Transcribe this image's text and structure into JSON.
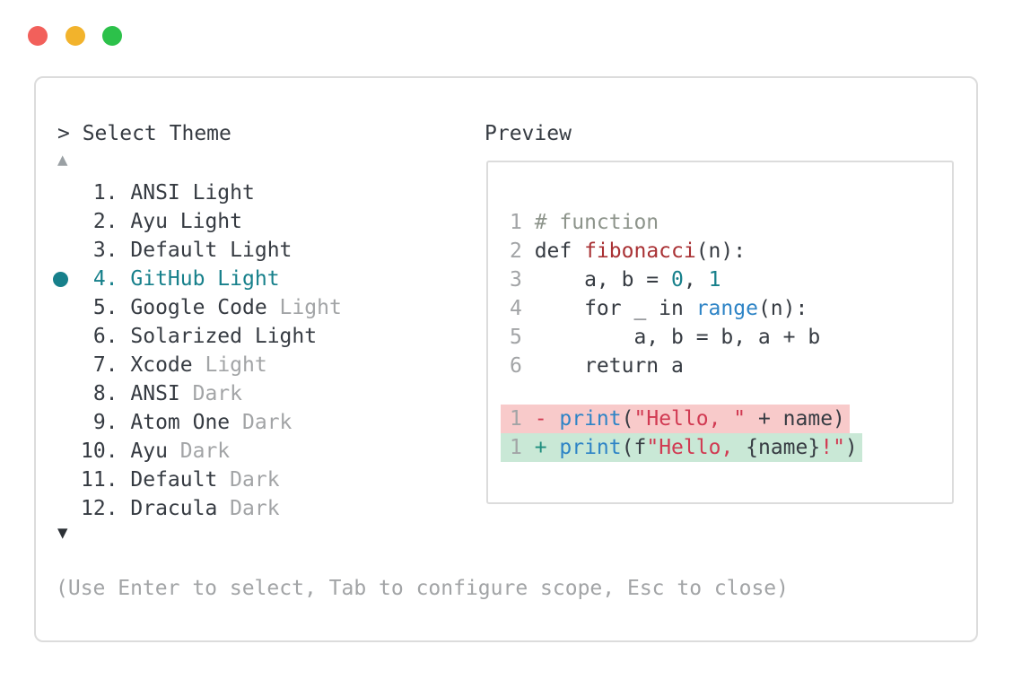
{
  "window": {
    "traffic_lights": {
      "close_color": "#f2605b",
      "minimize_color": "#f2b32c",
      "maximize_color": "#2cc14a"
    }
  },
  "panel": {
    "title": "> Select Theme",
    "scroll_up_icon": "▲",
    "scroll_down_icon": "▼",
    "hint": "(Use Enter to select, Tab to configure scope, Esc to close)"
  },
  "theme_list": {
    "items": [
      {
        "number": "1.",
        "name": "ANSI Light",
        "suffix": "",
        "selected": false
      },
      {
        "number": "2.",
        "name": "Ayu Light",
        "suffix": "",
        "selected": false
      },
      {
        "number": "3.",
        "name": "Default Light",
        "suffix": "",
        "selected": false
      },
      {
        "number": "4.",
        "name": "GitHub Light",
        "suffix": "",
        "selected": true
      },
      {
        "number": "5.",
        "name": "Google Code",
        "suffix": "Light",
        "selected": false
      },
      {
        "number": "6.",
        "name": "Solarized Light",
        "suffix": "",
        "selected": false
      },
      {
        "number": "7.",
        "name": "Xcode",
        "suffix": "Light",
        "selected": false
      },
      {
        "number": "8.",
        "name": "ANSI",
        "suffix": "Dark",
        "selected": false
      },
      {
        "number": "9.",
        "name": "Atom One",
        "suffix": "Dark",
        "selected": false
      },
      {
        "number": "10.",
        "name": "Ayu",
        "suffix": "Dark",
        "selected": false
      },
      {
        "number": "11.",
        "name": "Default",
        "suffix": "Dark",
        "selected": false
      },
      {
        "number": "12.",
        "name": "Dracula",
        "suffix": "Dark",
        "selected": false
      }
    ]
  },
  "preview": {
    "label": "Preview",
    "code_lines": [
      {
        "num": "1",
        "tokens": [
          {
            "t": "# function",
            "c": "comment"
          }
        ]
      },
      {
        "num": "2",
        "tokens": [
          {
            "t": "def ",
            "c": "text"
          },
          {
            "t": "fibonacci",
            "c": "redDark"
          },
          {
            "t": "(n):",
            "c": "text"
          }
        ]
      },
      {
        "num": "3",
        "tokens": [
          {
            "t": "    a, b = ",
            "c": "text"
          },
          {
            "t": "0",
            "c": "teal"
          },
          {
            "t": ", ",
            "c": "text"
          },
          {
            "t": "1",
            "c": "teal"
          }
        ]
      },
      {
        "num": "4",
        "tokens": [
          {
            "t": "    for _ in ",
            "c": "text"
          },
          {
            "t": "range",
            "c": "blue"
          },
          {
            "t": "(n):",
            "c": "text"
          }
        ]
      },
      {
        "num": "5",
        "tokens": [
          {
            "t": "        a, b = b, a + b",
            "c": "text"
          }
        ]
      },
      {
        "num": "6",
        "tokens": [
          {
            "t": "    return a",
            "c": "text"
          }
        ]
      },
      {
        "spacer": true
      },
      {
        "num": "1",
        "bg": "removed",
        "tokens": [
          {
            "t": "- ",
            "c": "red"
          },
          {
            "t": "print",
            "c": "blue"
          },
          {
            "t": "(",
            "c": "text"
          },
          {
            "t": "\"Hello, \"",
            "c": "red"
          },
          {
            "t": " + name)",
            "c": "text"
          }
        ]
      },
      {
        "num": "1",
        "bg": "added",
        "tokens": [
          {
            "t": "+ ",
            "c": "tealGreen"
          },
          {
            "t": "print",
            "c": "blue"
          },
          {
            "t": "(f",
            "c": "text"
          },
          {
            "t": "\"Hello, ",
            "c": "red"
          },
          {
            "t": "{name}",
            "c": "text"
          },
          {
            "t": "!\"",
            "c": "red"
          },
          {
            "t": ")",
            "c": "text"
          }
        ]
      }
    ]
  },
  "colors": {
    "text": "#363b42",
    "gray": "#a2a4a6",
    "border": "#dcdcdc",
    "teal": "#17808b",
    "teal_green": "#1e8e7e",
    "blue": "#2e84c6",
    "red": "#d13a52",
    "red_dark": "#a93134",
    "comment": "#8d948b",
    "removed_bg": "#f8caca",
    "added_bg": "#c9e8d6",
    "arrow_up": "#9aa0a4",
    "arrow_down": "#2c3136"
  }
}
